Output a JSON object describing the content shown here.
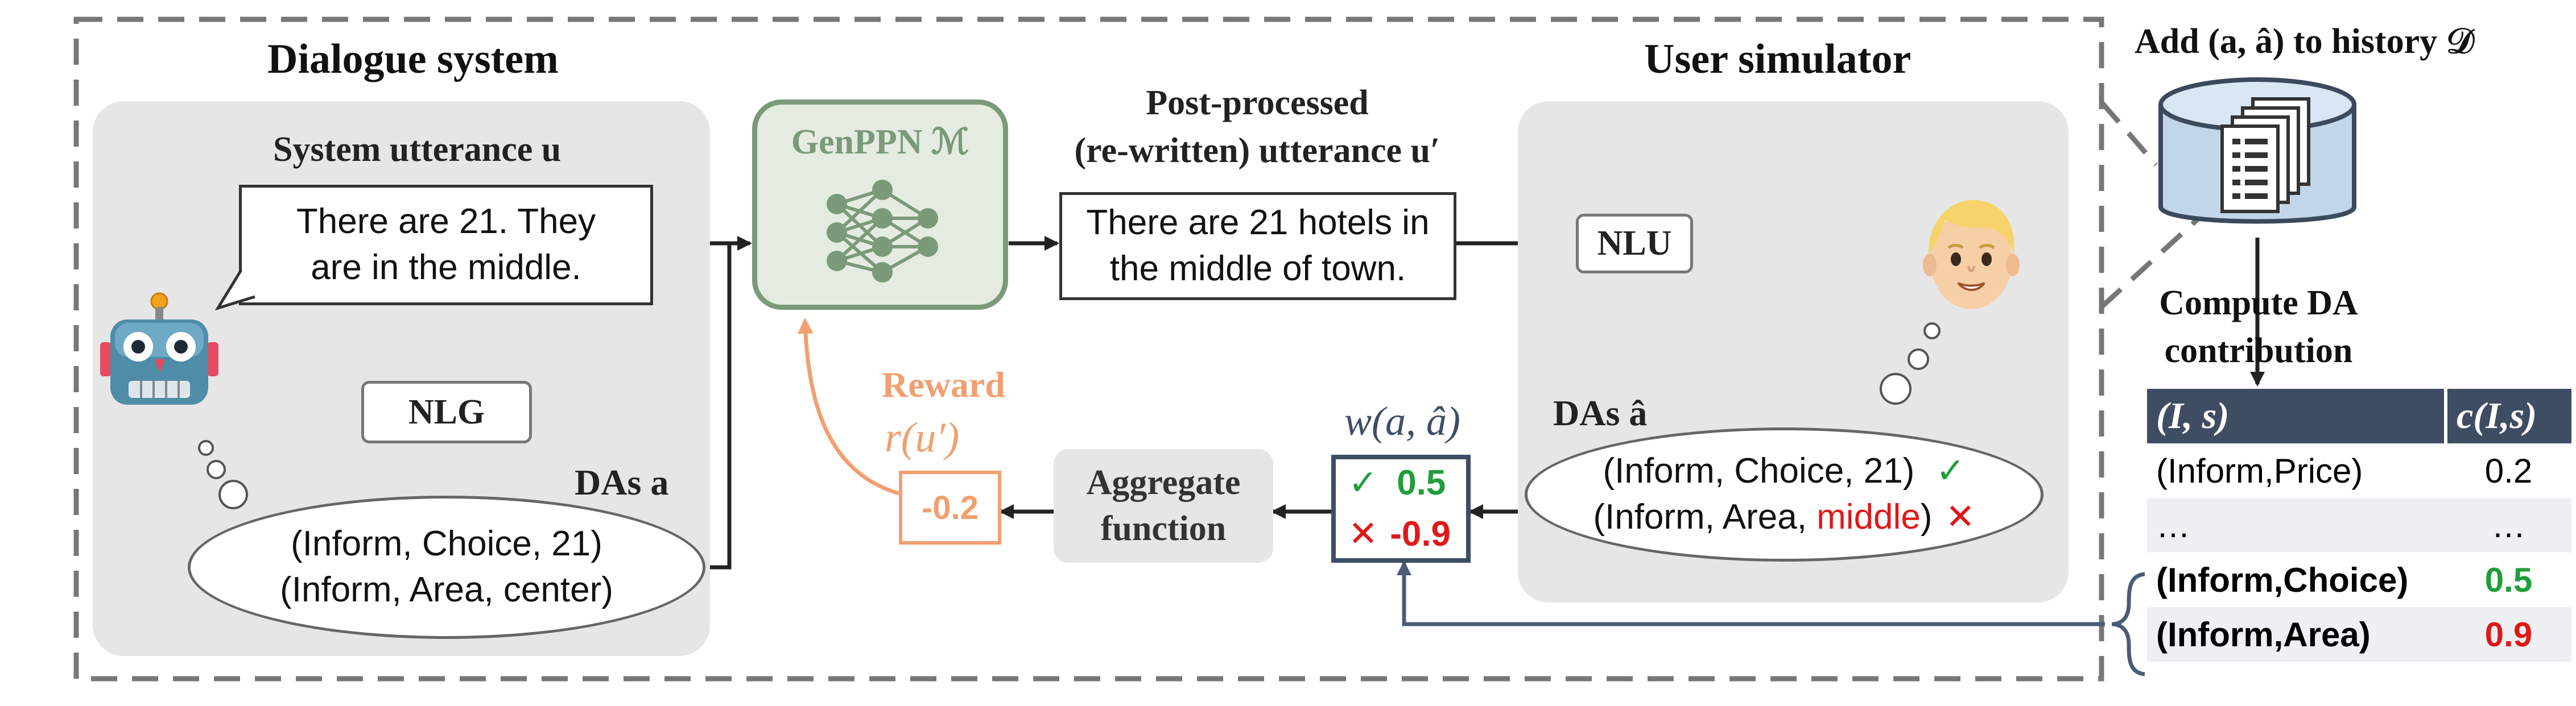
{
  "titles": {
    "dialogue_system": "Dialogue system",
    "user_simulator": "User simulator",
    "history": "Add (a, â) to history 𝒟",
    "compute_da": [
      "Compute DA",
      "contribution"
    ]
  },
  "dialogue": {
    "system_utterance_label": "System utterance u",
    "utterance_lines": [
      "There are 21. They",
      "are in the middle."
    ],
    "nlg_label": "NLG",
    "das_label": "DAs a",
    "das_lines": [
      "(Inform, Choice, 21)",
      "(Inform, Area, center)"
    ]
  },
  "genppn": {
    "label": "GenPPN ℳ"
  },
  "postprocessed": {
    "label_lines": [
      "Post-processed",
      "(re-written) utterance u′"
    ],
    "utterance_lines": [
      "There are 21 hotels in",
      "the middle of town."
    ]
  },
  "user_sim": {
    "nlu_label": "NLU",
    "das_label": "DAs â",
    "da_line1": "(Inform, Choice, 21)",
    "da_line2_prefix": "(Inform, Area, ",
    "da_line2_highlight": "middle",
    "da_line2_suffix": ")",
    "check_mark": "✓",
    "cross_mark": "✕"
  },
  "weights": {
    "label": "w(a, â)",
    "pos_mark": "✓",
    "pos_value": "0.5",
    "neg_mark": "✕",
    "neg_value": "-0.9"
  },
  "aggregate": {
    "lines": [
      "Aggregate",
      "function"
    ]
  },
  "reward": {
    "label": "Reward",
    "formula": "r(u′)",
    "value": "-0.2"
  },
  "table": {
    "headers": [
      "(I, s)",
      "c(I,s)"
    ],
    "rows": [
      {
        "da": "(Inform,Price)",
        "value": "0.2"
      },
      {
        "da": "…",
        "value": "…"
      },
      {
        "da": "(Inform,Choice)",
        "value": "0.5"
      },
      {
        "da": "(Inform,Area)",
        "value": "0.9"
      }
    ]
  },
  "colors": {
    "panel": "#e6e6e6",
    "genppn_green": "#7a9a7a",
    "genppn_fill": "#e4ebe0",
    "reward_orange": "#f0a070",
    "weight_navy": "#3d4f66",
    "positive_green": "#1f9e3a",
    "negative_red": "#e01818",
    "table_header": "#3f4d62"
  },
  "icons": [
    "robot-icon",
    "neural-network-icon",
    "user-face-icon",
    "database-icon",
    "documents-icon",
    "thought-bubble-icon"
  ]
}
